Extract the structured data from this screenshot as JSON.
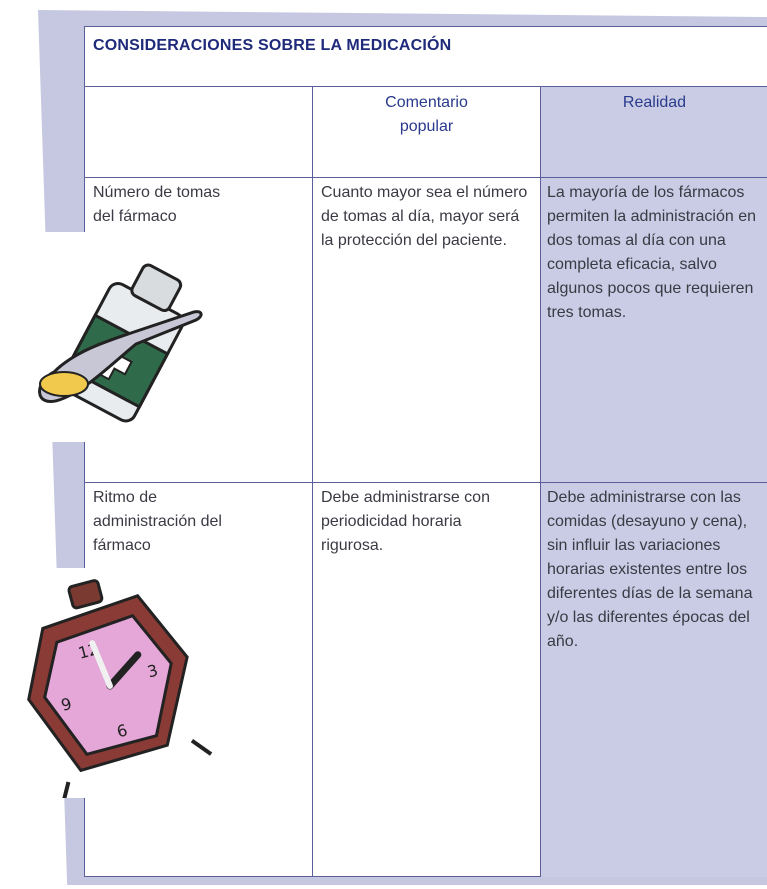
{
  "table": {
    "title": "CONSIDERACIONES SOBRE LA MEDICACIÓN",
    "headers": [
      "",
      "Comentario popular",
      "Realidad"
    ],
    "rows": [
      {
        "topic": "Número de tomas del fármaco",
        "popular": "Cuanto mayor sea el número de tomas al día, mayor será la protección del paciente.",
        "reality": "La mayoría de los fármacos permiten la administración en dos tomas al día con una completa eficacia, salvo algunos pocos que requieren tres tomas."
      },
      {
        "topic": "Ritmo de administración del fármaco",
        "popular": "Debe administrarse con periodicidad horaria rigurosa.",
        "reality": "Debe administrarse con las comidas (desayuno y cena), sin influir las variaciones horarias existentes entre los diferentes días de la semana y/o las diferentes épocas del año."
      }
    ]
  },
  "icons": [
    "medicine-bottle-spoon-icon",
    "alarm-clock-icon"
  ]
}
